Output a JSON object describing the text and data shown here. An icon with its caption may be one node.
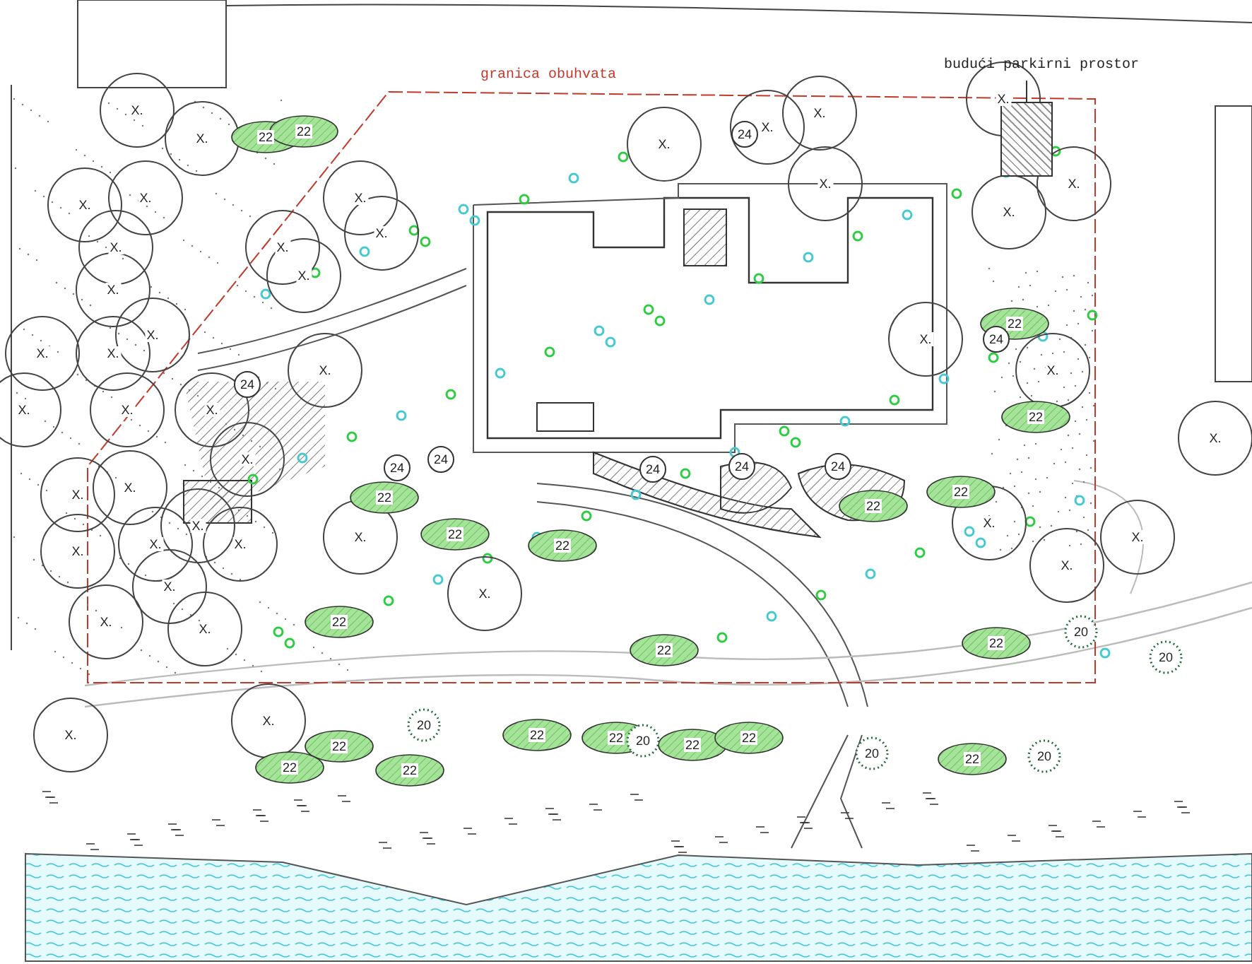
{
  "diagram": {
    "nodes": [
      {
        "text": [
          "budući parkirni prostor"
        ]
      },
      {
        "text": [],
        "shape": "box"
      }
    ],
    "edges": [
      {
        "from": 0,
        "to": 1,
        "arrow": "none"
      }
    ],
    "labels": [
      "granica obuhvata",
      "X.",
      "X.",
      "X.",
      "X.",
      "X.",
      "X.",
      "X.",
      "X.",
      "X.",
      "X.",
      "X.",
      "X.",
      "X.",
      "X.",
      "X.",
      "X.",
      "X.",
      "X.",
      "X.",
      "X.",
      "X.",
      "X.",
      "X.",
      "X.",
      "X.",
      "X.",
      "X.",
      "X.",
      "X.",
      "X.",
      "X.",
      "X.",
      "X.",
      "X.",
      "X.",
      "X.",
      "X.",
      "X.",
      "X.",
      "X.",
      "X.",
      "X.",
      "X.",
      "X.",
      "22",
      "22",
      "22",
      "22",
      "22",
      "22",
      "22",
      "22",
      "22",
      "22",
      "22",
      "22",
      "22",
      "22",
      "22",
      "22",
      "22",
      "22",
      "22",
      "22",
      "24",
      "24",
      "24",
      "24",
      "24",
      "24",
      "24",
      "24",
      "20",
      "20",
      "20",
      "20",
      "20",
      "20"
    ]
  }
}
